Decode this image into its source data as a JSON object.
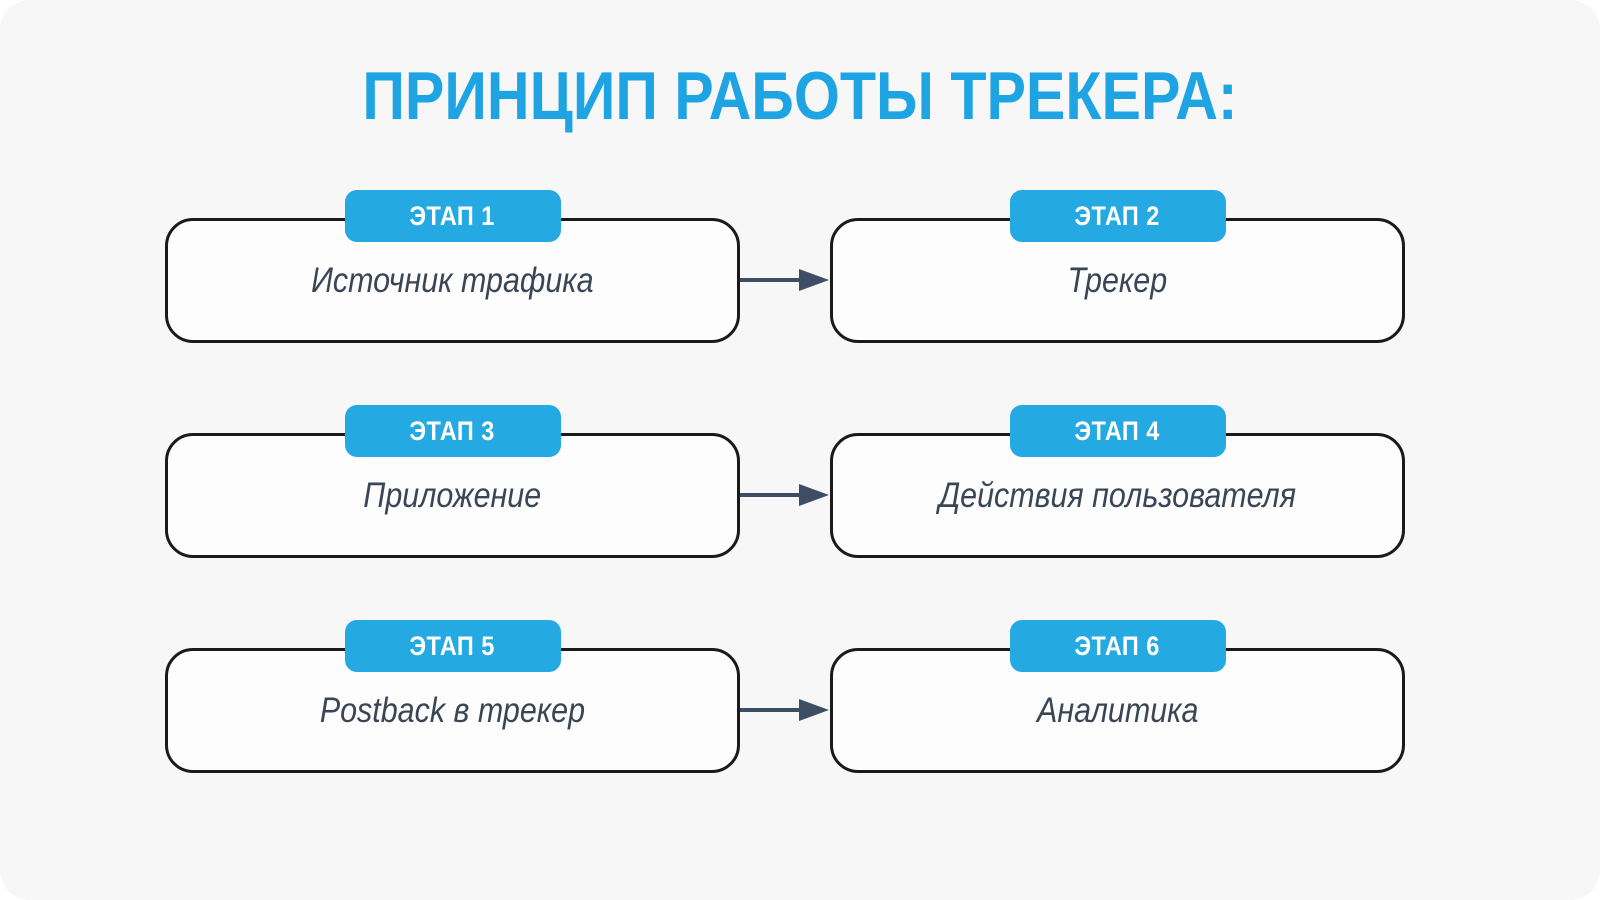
{
  "title": "ПРИНЦИП РАБОТЫ ТРЕКЕРА:",
  "stages": [
    {
      "badge": "ЭТАП 1",
      "label": "Источник трафика"
    },
    {
      "badge": "ЭТАП 2",
      "label": "Трекер"
    },
    {
      "badge": "ЭТАП 3",
      "label": "Приложение"
    },
    {
      "badge": "ЭТАП 4",
      "label": "Действия пользователя"
    },
    {
      "badge": "ЭТАП 5",
      "label": "Postback в трекер"
    },
    {
      "badge": "ЭТАП 6",
      "label": "Аналитика"
    }
  ],
  "icons": {
    "arrow": "right-arrow-icon"
  },
  "colors": {
    "accent_blue": "#1ea4e2",
    "badge_blue": "#24a9e2",
    "box_border": "#1a1a1a",
    "box_text": "#3a4556",
    "arrow": "#3d4d64",
    "background": "#f7f7f8"
  }
}
